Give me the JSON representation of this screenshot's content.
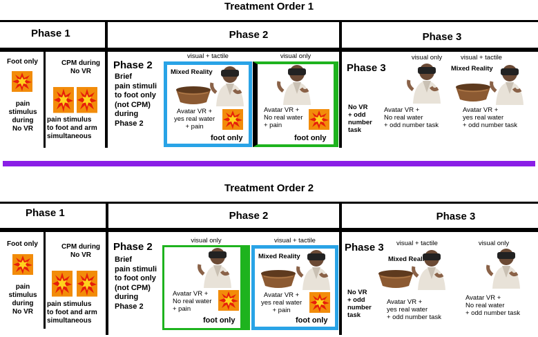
{
  "colors": {
    "blue_frame": "#29a3e6",
    "green_frame": "#1eb31e",
    "separator": "#8a1ee6",
    "pain_orange": "#f28c0a",
    "pain_red": "#e61e0a",
    "bowl": "#8c5a32"
  },
  "order1": {
    "title": "Treatment Order 1",
    "phase1_label": "Phase 1",
    "phase2_label": "Phase 2",
    "phase3_label": "Phase 3",
    "foot_only_title": "Foot only",
    "pain_desc": [
      "pain",
      "stimulus",
      "during",
      "No VR"
    ],
    "cpm_title": [
      "CPM during",
      "No VR"
    ],
    "cpm_desc": [
      "pain stimulus",
      "to foot and arm",
      "simultaneous"
    ],
    "p2_heading": "Phase 2",
    "p2_desc": [
      "Brief",
      "pain stimuli",
      "to foot only",
      "(not CPM)",
      "during",
      "Phase 2"
    ],
    "p2_cond1_header": "visual + tactile",
    "p2_cond1_mr": "Mixed Reality",
    "p2_cond1_desc": [
      "Avatar VR +",
      "yes real water",
      "+ pain"
    ],
    "p2_cond1_foot": "foot only",
    "p2_cond2_header": "visual only",
    "p2_cond2_desc": [
      "Avatar VR +",
      "No real water",
      "+ pain"
    ],
    "p2_cond2_foot": "foot only",
    "p3_heading": "Phase 3",
    "p3_novr": [
      "No VR",
      "+ odd",
      "number",
      "task"
    ],
    "p3_c1_header": "visual only",
    "p3_c1_desc": [
      "Avatar VR +",
      "No real water",
      "+ odd number task"
    ],
    "p3_c2_header": "visual + tactile",
    "p3_c2_mr": "Mixed Reality",
    "p3_c2_desc": [
      "Avatar VR +",
      "yes real water",
      "+ odd number task"
    ]
  },
  "order2": {
    "title": "Treatment Order 2",
    "phase1_label": "Phase 1",
    "phase2_label": "Phase 2",
    "phase3_label": "Phase 3",
    "foot_only_title": "Foot only",
    "pain_desc": [
      "pain",
      "stimulus",
      "during",
      "No VR"
    ],
    "cpm_title": [
      "CPM during",
      "No VR"
    ],
    "cpm_desc": [
      "pain stimulus",
      "to foot and arm",
      "simultaneous"
    ],
    "p2_heading": "Phase 2",
    "p2_desc": [
      "Brief",
      "pain stimuli",
      "to foot only",
      "(not CPM)",
      "during",
      "Phase 2"
    ],
    "p2_cond1_header": "visual only",
    "p2_cond1_desc": [
      "Avatar VR +",
      "No real water",
      "+ pain"
    ],
    "p2_cond1_foot": "foot only",
    "p2_cond2_header": "visual + tactile",
    "p2_cond2_mr": "Mixed Reality",
    "p2_cond2_desc": [
      "Avatar VR +",
      "yes real water",
      "+ pain"
    ],
    "p2_cond2_foot": "foot only",
    "p3_heading": "Phase 3",
    "p3_novr": [
      "No VR",
      "+ odd",
      "number",
      "task"
    ],
    "p3_c1_header": "visual + tactile",
    "p3_c1_mr": "Mixed Reality",
    "p3_c1_desc": [
      "Avatar VR +",
      "yes real water",
      "+ odd number task"
    ],
    "p3_c2_header": "visual only",
    "p3_c2_desc": [
      "Avatar VR +",
      "No real water",
      "+ odd number task"
    ]
  }
}
